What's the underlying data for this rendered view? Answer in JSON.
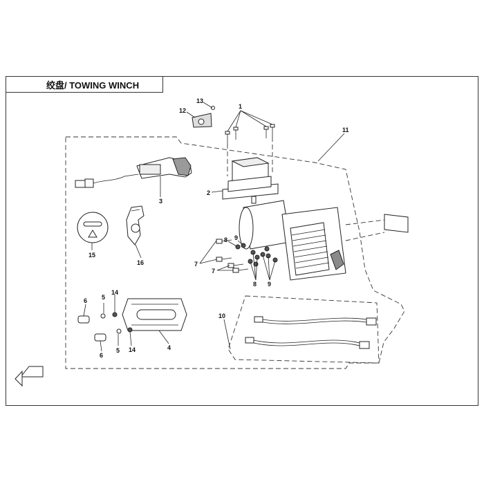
{
  "title": "绞盘/ TOWING WINCH",
  "callouts": {
    "c1": "1",
    "c2": "2",
    "c3": "3",
    "c4": "4",
    "c5a": "5",
    "c5b": "5",
    "c6a": "6",
    "c6b": "6",
    "c7a": "7",
    "c7b": "7",
    "c8a": "8",
    "c8b": "8",
    "c9a": "9",
    "c9b": "9",
    "c10": "10",
    "c11": "11",
    "c12": "12",
    "c13": "13",
    "c14a": "14",
    "c14b": "14",
    "c15": "15",
    "c16": "16"
  },
  "parts": [
    {
      "id": "1",
      "name": "bolt"
    },
    {
      "id": "2",
      "name": "control-box"
    },
    {
      "id": "3",
      "name": "remote-switch"
    },
    {
      "id": "4",
      "name": "fairlead"
    },
    {
      "id": "5",
      "name": "washer"
    },
    {
      "id": "6",
      "name": "bolt"
    },
    {
      "id": "7",
      "name": "bolt"
    },
    {
      "id": "8",
      "name": "washer"
    },
    {
      "id": "9",
      "name": "nut"
    },
    {
      "id": "10",
      "name": "cable"
    },
    {
      "id": "11",
      "name": "winch"
    },
    {
      "id": "12",
      "name": "cover"
    },
    {
      "id": "13",
      "name": "screw"
    },
    {
      "id": "14",
      "name": "nut"
    },
    {
      "id": "15",
      "name": "warning-label"
    },
    {
      "id": "16",
      "name": "hook"
    }
  ],
  "colors": {
    "line": "#222222",
    "fill": "#ffffff",
    "shade": "#8a8a8a"
  }
}
